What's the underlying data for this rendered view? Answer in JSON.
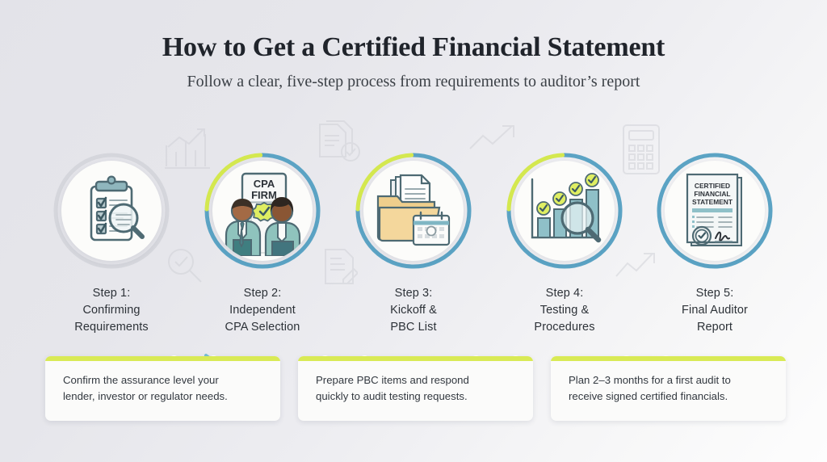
{
  "header": {
    "title": "How to Get a Certified Financial Statement",
    "subtitle": "Follow a clear, five-step process from requirements to auditor’s report"
  },
  "colors": {
    "background_top_left": "#e3e3e9",
    "background_bottom_right": "#fdfdfd",
    "ring_blue": "#5ba3c4",
    "ring_lime": "#d4e84f",
    "node_blue": "#4d9fc4",
    "node_lime": "#d9ea55",
    "connector_line": "#79bed2",
    "accent_lime": "#d9ea55",
    "icon_teal": "#79aab3",
    "icon_outline": "#4e6a73",
    "folder_tan": "#f0cd87",
    "text_dark": "#2d3238",
    "watermark_gray": "#cfd0d6"
  },
  "steps": [
    {
      "number": "Step 1:",
      "line2": "Confirming",
      "line3": "Requirements",
      "icon": "clipboard-checklist-magnifier-icon",
      "progress_percent": 0,
      "ring_style": "inactive-gray"
    },
    {
      "number": "Step 2:",
      "line2": "Independent",
      "line3": "CPA Selection",
      "icon": "cpa-firm-people-badge-icon",
      "sign_text_line1": "CPA",
      "sign_text_line2": "FIRM",
      "progress_percent": 75,
      "ring_style": "blue-lime"
    },
    {
      "number": "Step 3:",
      "line2": "Kickoff &",
      "line3": "PBC List",
      "icon": "folder-documents-calendar-icon",
      "progress_percent": 75,
      "ring_style": "blue-lime"
    },
    {
      "number": "Step 4:",
      "line2": "Testing &",
      "line3": "Procedures",
      "icon": "bar-chart-checkmarks-magnifier-icon",
      "progress_percent": 75,
      "ring_style": "blue-lime"
    },
    {
      "number": "Step 5:",
      "line2": "Final Auditor",
      "line3": "Report",
      "icon": "certified-statement-seal-signature-icon",
      "document_title": "CERTIFIED FINANCIAL STATEMENT",
      "progress_percent": 100,
      "ring_style": "blue-full"
    }
  ],
  "connectors": [
    {
      "from": "Step 1",
      "to": "Step 2",
      "style": "arrow"
    },
    {
      "from": "Step 2",
      "to": "Step 3",
      "style": "line"
    },
    {
      "from": "Step 3",
      "to": "Step 4",
      "style": "line"
    },
    {
      "from": "Step 4",
      "to": "Step 5",
      "style": "line"
    }
  ],
  "tips": [
    {
      "line1": "Confirm the assurance level your",
      "line2": "lender, investor or regulator needs."
    },
    {
      "line1": "Prepare PBC items and respond",
      "line2": "quickly to audit testing requests."
    },
    {
      "line1": "Plan 2–3 months for a first audit to",
      "line2": "receive signed certified financials."
    }
  ],
  "watermarks": [
    {
      "name": "bar-chart-trend-icon"
    },
    {
      "name": "documents-check-icon"
    },
    {
      "name": "trend-arrow-icon"
    },
    {
      "name": "calculator-icon"
    },
    {
      "name": "magnifier-check-icon"
    },
    {
      "name": "document-pencil-icon"
    },
    {
      "name": "trend-arrow-small-icon"
    }
  ]
}
